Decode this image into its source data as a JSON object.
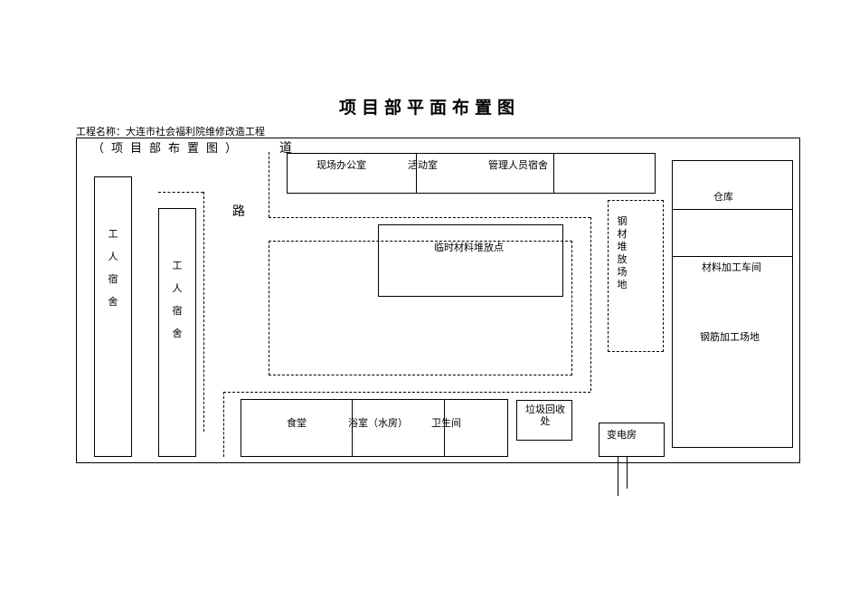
{
  "title": "项目部平面布置图",
  "project_line": "工程名称：大连市社会福利院维修改造工程",
  "subtitle": "（项目部布置图）",
  "road": {
    "char1": "道",
    "char2": "路"
  },
  "top_row": {
    "office": "现场办公室",
    "activity": "活动室",
    "dorm": "管理人员宿舍"
  },
  "worker_dorm_1": "工人宿舍",
  "worker_dorm_2": "工人宿舍",
  "temp_material": "临时材料堆放点",
  "steel_storage": "钢材堆放场地",
  "right_column": {
    "warehouse": "仓库",
    "processing": "材料加工车间",
    "rebar": "钢筋加工场地"
  },
  "bottom_row": {
    "canteen": "食堂",
    "bath": "浴室（水房）",
    "toilet": "卫生间"
  },
  "garbage": "垃圾回收处",
  "substation": "变电房"
}
